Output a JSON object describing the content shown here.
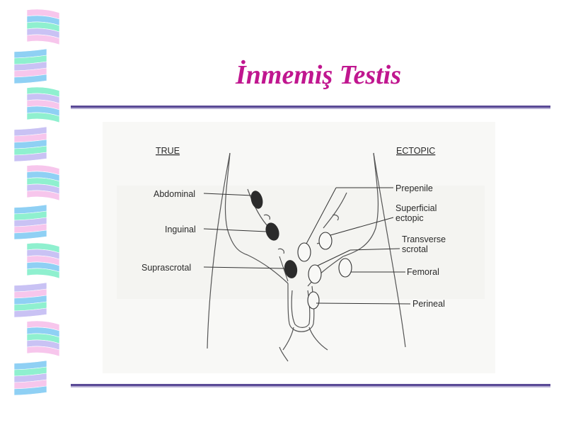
{
  "slide": {
    "title": "İnmemiş Testis"
  },
  "figure": {
    "true_header": "TRUE",
    "ectopic_header": "ECTOPIC",
    "true_labels": {
      "abdominal": "Abdominal",
      "inguinal": "Inguinal",
      "suprascrotal": "Suprascrotal"
    },
    "ectopic_labels": {
      "prepenile": "Prepenile",
      "superficial_line1": "Superficial",
      "superficial_line2": "ectopic",
      "transverse_line1": "Transverse",
      "transverse_line2": "scrotal",
      "femoral": "Femoral",
      "perineal": "Perineal"
    }
  },
  "colors": {
    "title": "#c0168f",
    "rule": "#5a4a96",
    "ribbon_pink": "#f7c6ec",
    "ribbon_blue": "#8fd0f4",
    "ribbon_teal": "#8ff0cf",
    "ribbon_lavender": "#c9c2f4"
  }
}
